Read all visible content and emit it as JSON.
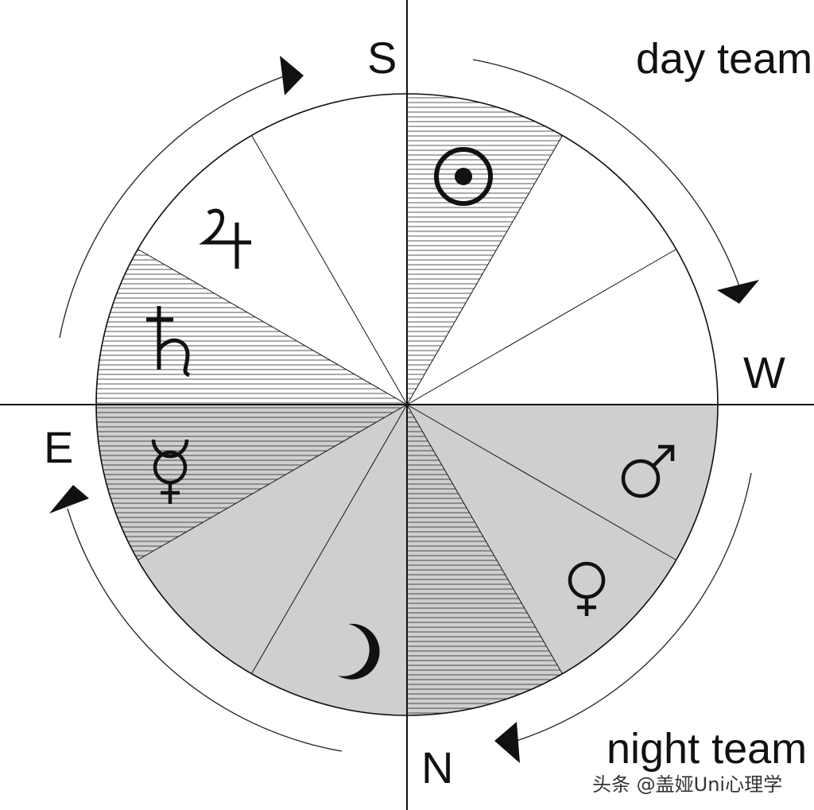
{
  "compass": {
    "south": "S",
    "west": "W",
    "east": "E",
    "north": "N"
  },
  "teams": {
    "day": "day team",
    "night": "night team"
  },
  "planets": [
    {
      "id": "sun",
      "symbol": "☉",
      "sector": "top-right"
    },
    {
      "id": "jupiter",
      "symbol": "♃",
      "sector": "top-left"
    },
    {
      "id": "saturn",
      "symbol": "♄",
      "sector": "left-upper"
    },
    {
      "id": "mercury",
      "symbol": "☿",
      "sector": "left-lower"
    },
    {
      "id": "moon",
      "symbol": "☽",
      "sector": "bottom-left"
    },
    {
      "id": "mars",
      "symbol": "♂",
      "sector": "right-lower"
    },
    {
      "id": "venus",
      "symbol": "♀",
      "sector": "bottom-right"
    }
  ],
  "watermark": "头条 @盖娅Uni心理学",
  "colors": {
    "night_fill": "#cfcfcf",
    "day_fill": "#ffffff",
    "line": "#111111",
    "hatch": "#555555"
  }
}
